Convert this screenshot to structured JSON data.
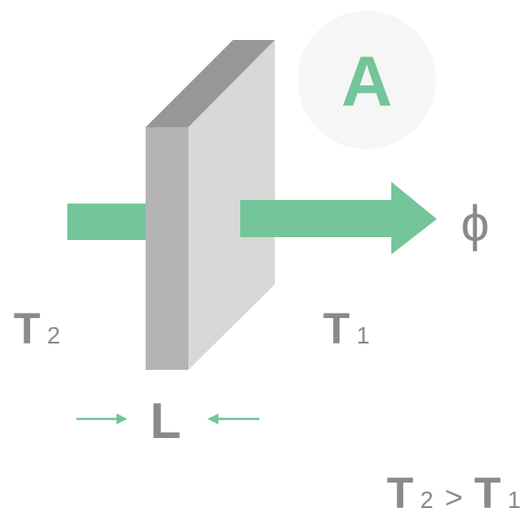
{
  "area_label": "A",
  "flux_symbol": "ϕ",
  "temp_hot": {
    "base": "T",
    "sub": "2"
  },
  "temp_cold": {
    "base": "T",
    "sub": "1"
  },
  "thickness_label": "L",
  "condition": {
    "left_base": "T",
    "left_sub": "2",
    "op": ">",
    "right_base": "T",
    "right_sub": "1"
  },
  "colors": {
    "accent": "#74c59a",
    "label_gray": "#8a8a8a",
    "slab_front": "#d8d8d8",
    "slab_side": "#b4b4b4",
    "slab_top": "#979797",
    "circle": "#f6f6f6"
  },
  "icons": {
    "heat_in": "arrow-right-bar",
    "heat_out": "arrow-right-large",
    "thickness_left": "arrow-right-small",
    "thickness_right": "arrow-left-small"
  }
}
